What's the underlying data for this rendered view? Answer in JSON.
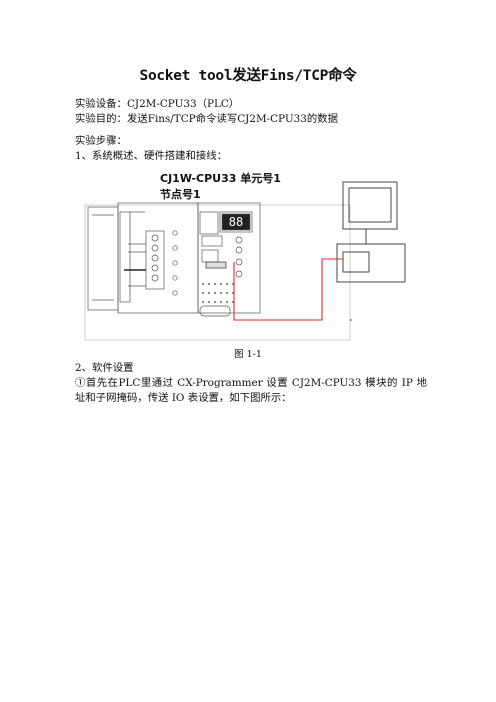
{
  "title": "Socket tool发送Fins/TCP命令",
  "equipment": "实验设备：CJ2M-CPU33（PLC）",
  "purpose": "实验目的：发送Fins/TCP命令读写CJ2M-CPU33的数据",
  "steps_heading": "实验步骤：",
  "step1": "1、系统概述、硬件搭建和接线：",
  "figure": {
    "label_unit": "CJ1W-CPU33 单元号1",
    "label_node": "节点号1",
    "display_digits": "88",
    "caption": "图 1-1",
    "wire_color": "#e8262b"
  },
  "step2": "2、软件设置",
  "step2_detail": "①首先在PLC里通过 CX-Programmer 设置 CJ2M-CPU33 模块的 IP 地址和子网掩码，传送 IO 表设置，如下图所示："
}
